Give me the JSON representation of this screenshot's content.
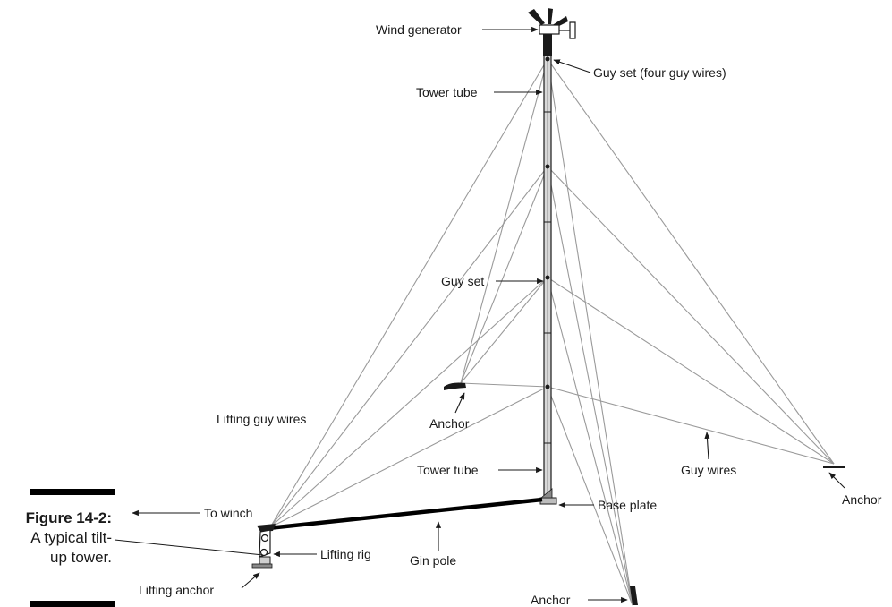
{
  "figure": {
    "caption_number": "Figure 14-2:",
    "caption_lines": [
      "A typical tilt-",
      "up tower."
    ]
  },
  "labels": {
    "wind_generator": "Wind generator",
    "guy_set_top": "Guy set (four guy wires)",
    "tower_tube_top": "Tower tube",
    "guy_set_mid": "Guy set",
    "anchor_back": "Anchor",
    "lifting_guy_wires": "Lifting guy wires",
    "tower_tube_bottom": "Tower tube",
    "guy_wires": "Guy wires",
    "anchor_right": "Anchor",
    "to_winch": "To winch",
    "base_plate": "Base plate",
    "lifting_rig": "Lifting rig",
    "gin_pole": "Gin pole",
    "lifting_anchor": "Lifting anchor",
    "anchor_front": "Anchor"
  }
}
